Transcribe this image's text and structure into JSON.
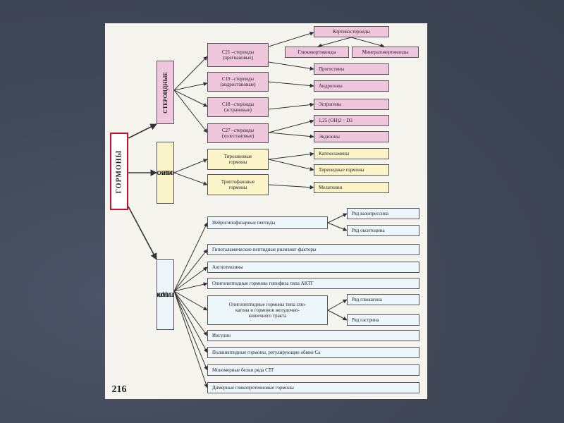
{
  "page_number": "216",
  "root": "ГОРМОНЫ",
  "groups": {
    "steroid": "СТЕРОИДНЫЕ",
    "amino": [
      "ПРОИЗВОДНЫЕ",
      "АМИНОКИСЛОТ"
    ],
    "protein": [
      "БЕЛКОВО -",
      "ПЕПТИДНЫЕ"
    ]
  },
  "steroid": {
    "c21": [
      "C21 –стероиды",
      "(прегнановые)"
    ],
    "c19": [
      "C19 –стероиды",
      "(андростановые)"
    ],
    "c18": [
      "C18 –стероиды",
      "(эстрановые)"
    ],
    "c27": [
      "C27 –стероиды",
      "(холестановые)"
    ],
    "corticosteroids": "Кортикостероиды",
    "glucocorticoids": "Глюкокортикоиды",
    "mineralocorticoids": "Минералокортикоиды",
    "progestins": "Прогестины",
    "androgens": "Андрогены",
    "estrogens": "Эстрогены",
    "vitd": "1,25 (OH)2 – D3",
    "ecdysones": "Экдизоны"
  },
  "amino": {
    "tyrosine": [
      "Тирозиновые",
      "гормоны"
    ],
    "tryptophan": [
      "Триптофановые",
      "гормоны"
    ],
    "catecholamines": "Катехоламины",
    "thyroid": "Тиреоидные гормоны",
    "melatonin": "Мелатонин"
  },
  "protein": {
    "neuro": "Нейрогипофизарные пептиды",
    "vasopressin": "Ряд вазопрессина",
    "oxytocin": "Ряд окситоцина",
    "hypothalamic": "Гипоталамические   пептидные рилизинг-факторы",
    "angiotensins": "Ангиотензины",
    "acth": "Олигопептидные гормоны гипофиза типа АКТГ",
    "glucagon": [
      "Олигопептидные гормоны типа глю-",
      "кагона и гормонов желудочно-",
      "кишечного тракта"
    ],
    "glucagon_series": "Ряд глюкагона",
    "gastrin_series": "Ряд гастрина",
    "insulin": "Инсулин",
    "calcium": "Полипептидные гормоны, регулирующие обмен Са",
    "stg": "Мономерные белки ряда СТГ",
    "glycoprotein": "Димерные  гликопротеиновые гормоны"
  }
}
